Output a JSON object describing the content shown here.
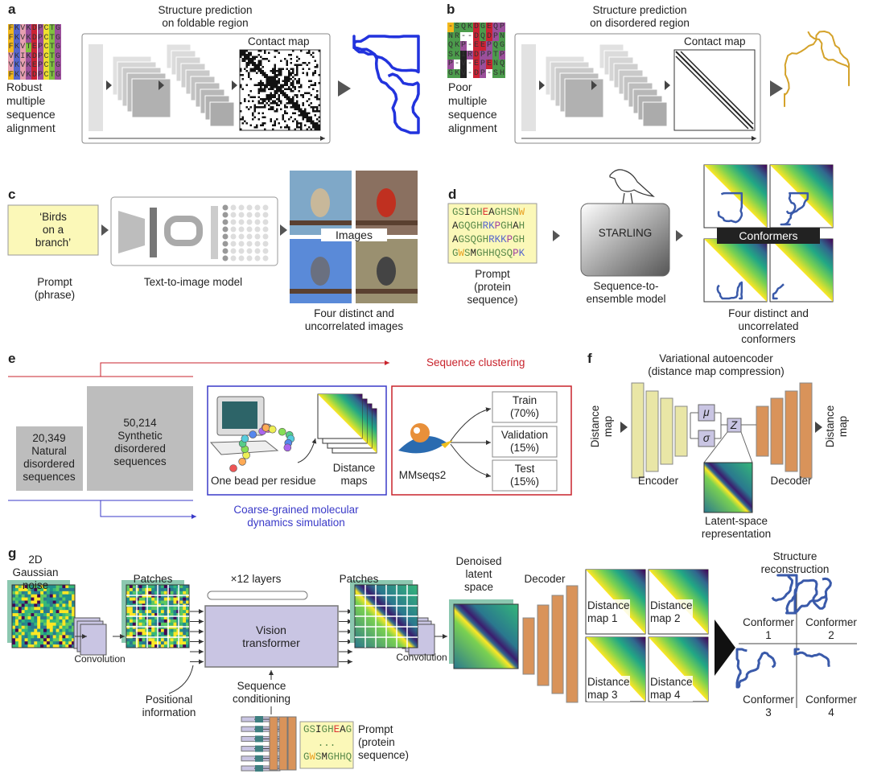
{
  "colors": {
    "accent_red": "#c8232c",
    "accent_blue": "#3a3ac8",
    "prompt_yellow": "#fbf8b8",
    "encoder_yellow": "#e9e6a6",
    "decoder_orange": "#d9935a",
    "vit_lavender": "#c9c5e3",
    "protein_blue": "#2233dd",
    "disordered_chain": "#d4a22a"
  },
  "msa_palette": {
    "y": "#f2b81c",
    "b": "#5566cc",
    "p": "#e6a0b0",
    "m": "#9b4f9b",
    "r": "#cc2233",
    "g": "#80c040",
    "l": "#f0e030",
    "G": "#4c9c4c",
    "k": "#222222",
    "w": "#ffffff"
  },
  "panel_a": {
    "label": "a",
    "title": "Structure prediction\non foldable region",
    "contact_map": "Contact map",
    "caption": "Robust\nmultiple\nsequence\nalignment",
    "msa_rows": [
      "FKVKDPCTG",
      "FKVKDPCTG",
      "FKVTEPCTG",
      "VKIKDPCTG",
      "VKVKEPCTG",
      "FKVKDPCTG"
    ],
    "msa_colors": [
      "ybpmrmlgm",
      "ybpmrmlgm",
      "ybpgrmlgm",
      "pbpmrmlgm",
      "pbpmrmlgm",
      "ybpmrmlgm"
    ]
  },
  "panel_b": {
    "label": "b",
    "title": "Structure prediction\non disordered region",
    "contact_map": "Contact map",
    "caption": "Poor\nmultiple\nsequence\nalignment",
    "msa_rows": [
      "-SQKDGEQP",
      "NR--DQDPN",
      "QKP-EEPQG",
      "SKIRDPPTP",
      "P-V-EPENQ",
      "GKV-DP-SH"
    ],
    "msa_colors": [
      "yGGGrGrmm",
      "GGwwrGrmG",
      "GGmwrrmGG",
      "GGkmrmmGm",
      "mwkwrmrGG",
      "GGkwrmwGG"
    ]
  },
  "panel_c": {
    "label": "c",
    "prompt_text": "‘Birds\non a\nbranch’",
    "prompt_caption": "Prompt\n(phrase)",
    "model_caption": "Text-to-image model",
    "images_label": "Images",
    "result_caption": "Four distinct and\nuncorrelated images"
  },
  "panel_d": {
    "label": "d",
    "sequence": [
      "GSIGHEAGHSNW",
      "AGQGHRKPGHAH",
      "AGSQGHRKKPGH",
      "GWSMGHHQSQPK"
    ],
    "prompt_caption": "Prompt\n(protein\nsequence)",
    "model_name": "STARLING",
    "model_caption": "Sequence-to-\nensemble model",
    "conformers_label": "Conformers",
    "result_caption": "Four distinct and\nuncorrelated conformers"
  },
  "panel_e": {
    "label": "e",
    "clustering": "Sequence clustering",
    "natural": "20,349\nNatural\ndisordered\nsequences",
    "synthetic": "50,214\nSynthetic\ndisordered\nsequences",
    "bead_caption": "One bead per residue",
    "distance_maps": "Distance\nmaps",
    "mmseqs": "MMseqs2",
    "splits": [
      "Train\n(70%)",
      "Validation\n(15%)",
      "Test\n(15%)"
    ],
    "simulation": "Coarse-grained molecular\ndynamics simulation"
  },
  "panel_f": {
    "label": "f",
    "title": "Variational autoencoder\n(distance map compression)",
    "input": "Distance\nmap",
    "output": "Distance\nmap",
    "encoder": "Encoder",
    "decoder": "Decoder",
    "mu": "μ",
    "sigma": "σ",
    "z": "Z",
    "latent": "Latent-space\nrepresentation"
  },
  "panel_g": {
    "label": "g",
    "noise": "2D\nGaussian\nnoise",
    "patches_in": "Patches",
    "layers": "×12 layers",
    "vit": "Vision\ntransformer",
    "patches_out": "Patches",
    "convolution": "Convolution",
    "denoised": "Denoised\nlatent\nspace",
    "decoder": "Decoder",
    "positional": "Positional\ninformation",
    "conditioning": "Sequence\nconditioning",
    "prompt_seq": [
      "GSIGHEAG",
      "...",
      "GWSMGHHQ"
    ],
    "prompt_caption": "Prompt\n(protein\nsequence)",
    "distance_maps": [
      "Distance\nmap 1",
      "Distance\nmap 2",
      "Distance\nmap 3",
      "Distance\nmap 4"
    ],
    "reconstruction": "Structure reconstruction",
    "conformers": [
      "Conformer\n1",
      "Conformer\n2",
      "Conformer\n3",
      "Conformer\n4"
    ]
  }
}
